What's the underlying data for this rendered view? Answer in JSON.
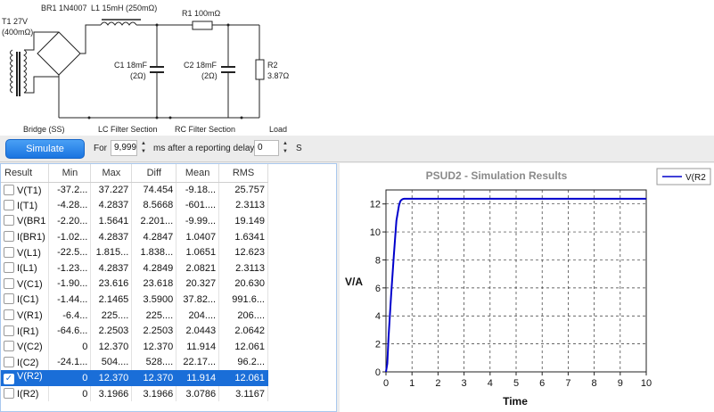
{
  "schematic": {
    "transformer_label": "T1 27V",
    "transformer_res": "(400mΩ)",
    "rectifier_label": "BR1 1N4007",
    "inductor_label": "L1 15mH (250mΩ)",
    "resistor1_label": "R1 100mΩ",
    "cap1_label": "C1 18mF",
    "cap1_res": "(2Ω)",
    "cap2_label": "C2 18mF",
    "cap2_res": "(2Ω)",
    "load_label": "R2",
    "load_value": "3.87Ω",
    "section_bridge": "Bridge (SS)",
    "section_lc": "LC Filter Section",
    "section_rc": "RC Filter Section",
    "section_load": "Load"
  },
  "toolbar": {
    "simulate_label": "Simulate",
    "for_label": "For",
    "duration_value": "9,999",
    "after_label": "ms after a reporting delay",
    "delay_value": "0",
    "unit_label": "S"
  },
  "table": {
    "headers": [
      "Result",
      "Min",
      "Max",
      "Diff",
      "Mean",
      "RMS"
    ],
    "rows": [
      {
        "name": "V(T1)",
        "checked": false,
        "min": "-37.2...",
        "max": "37.227",
        "diff": "74.454",
        "mean": "-9.18...",
        "rms": "25.757"
      },
      {
        "name": "I(T1)",
        "checked": false,
        "min": "-4.28...",
        "max": "4.2837",
        "diff": "8.5668",
        "mean": "-601....",
        "rms": "2.3113"
      },
      {
        "name": "V(BR1",
        "checked": false,
        "min": "-2.20...",
        "max": "1.5641",
        "diff": "2.201...",
        "mean": "-9.99...",
        "rms": "19.149"
      },
      {
        "name": "I(BR1)",
        "checked": false,
        "min": "-1.02...",
        "max": "4.2837",
        "diff": "4.2847",
        "mean": "1.0407",
        "rms": "1.6341"
      },
      {
        "name": "V(L1)",
        "checked": false,
        "min": "-22.5...",
        "max": "1.815...",
        "diff": "1.838...",
        "mean": "1.0651",
        "rms": "12.623"
      },
      {
        "name": "I(L1)",
        "checked": false,
        "min": "-1.23...",
        "max": "4.2837",
        "diff": "4.2849",
        "mean": "2.0821",
        "rms": "2.3113"
      },
      {
        "name": "V(C1)",
        "checked": false,
        "min": "-1.90...",
        "max": "23.616",
        "diff": "23.618",
        "mean": "20.327",
        "rms": "20.630"
      },
      {
        "name": "I(C1)",
        "checked": false,
        "min": "-1.44...",
        "max": "2.1465",
        "diff": "3.5900",
        "mean": "37.82...",
        "rms": "991.6..."
      },
      {
        "name": "V(R1)",
        "checked": false,
        "min": "-6.4...",
        "max": "225....",
        "diff": "225....",
        "mean": "204....",
        "rms": "206...."
      },
      {
        "name": "I(R1)",
        "checked": false,
        "min": "-64.6...",
        "max": "2.2503",
        "diff": "2.2503",
        "mean": "2.0443",
        "rms": "2.0642"
      },
      {
        "name": "V(C2)",
        "checked": false,
        "min": "0",
        "max": "12.370",
        "diff": "12.370",
        "mean": "11.914",
        "rms": "12.061"
      },
      {
        "name": "I(C2)",
        "checked": false,
        "min": "-24.1...",
        "max": "504....",
        "diff": "528....",
        "mean": "22.17...",
        "rms": "96.2..."
      },
      {
        "name": "V(R2)",
        "checked": true,
        "selected": true,
        "min": "0",
        "max": "12.370",
        "diff": "12.370",
        "mean": "11.914",
        "rms": "12.061"
      },
      {
        "name": "I(R2)",
        "checked": false,
        "min": "0",
        "max": "3.1966",
        "diff": "3.1966",
        "mean": "3.0786",
        "rms": "3.1167"
      }
    ]
  },
  "chart_data": {
    "type": "line",
    "title": "PSUD2 - Simulation Results",
    "xlabel": "Time",
    "ylabel": "V/A",
    "xlim": [
      0,
      10
    ],
    "ylim": [
      0,
      13
    ],
    "xticks": [
      0,
      1,
      2,
      3,
      4,
      5,
      6,
      7,
      8,
      9,
      10
    ],
    "yticks": [
      0,
      2,
      4,
      6,
      8,
      10,
      12
    ],
    "grid": true,
    "legend_placement": "top-right",
    "series": [
      {
        "name": "V(R2",
        "color": "#0000cc",
        "x": [
          0,
          0.05,
          0.1,
          0.2,
          0.3,
          0.4,
          0.5,
          0.55,
          0.6,
          0.65,
          0.7,
          1.0,
          2.0,
          5.0,
          10.0
        ],
        "y": [
          0,
          0.6,
          2.5,
          5.5,
          8.3,
          10.8,
          11.9,
          12.2,
          12.3,
          12.35,
          12.37,
          12.37,
          12.37,
          12.37,
          12.37
        ]
      }
    ]
  }
}
